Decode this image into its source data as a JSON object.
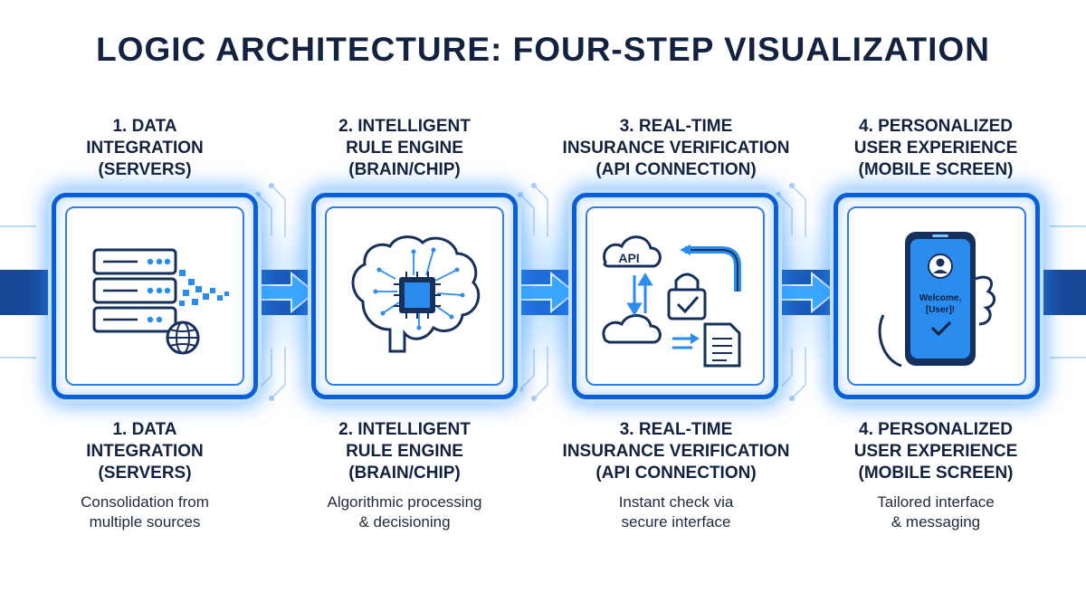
{
  "title": "LOGIC ARCHITECTURE: FOUR-STEP VISUALIZATION",
  "colors": {
    "accent": "#0a5fd8",
    "glow": "#3fa9ff",
    "text": "#13233f"
  },
  "steps": [
    {
      "heading": [
        "1. DATA",
        "INTEGRATION",
        "(SERVERS)"
      ],
      "description": [
        "Consolidation from",
        "multiple sources"
      ],
      "icon": "server-stack-icon"
    },
    {
      "heading": [
        "2. INTELLIGENT",
        "RULE ENGINE",
        "(BRAIN/CHIP)"
      ],
      "description": [
        "Algorithmic processing",
        "& decisioning"
      ],
      "icon": "brain-chip-icon"
    },
    {
      "heading": [
        "3. REAL-TIME",
        "INSURANCE VERIFICATION",
        "(API CONNECTION)"
      ],
      "description": [
        "Instant check via",
        "secure interface"
      ],
      "icon": "api-lock-icon",
      "api_label": "API"
    },
    {
      "heading": [
        "4. PERSONALIZED",
        "USER EXPERIENCE",
        "(MOBILE SCREEN)"
      ],
      "description": [
        "Tailored interface",
        "& messaging"
      ],
      "icon": "mobile-phone-icon",
      "phone_text": [
        "Welcome,",
        "[User]!"
      ]
    }
  ]
}
